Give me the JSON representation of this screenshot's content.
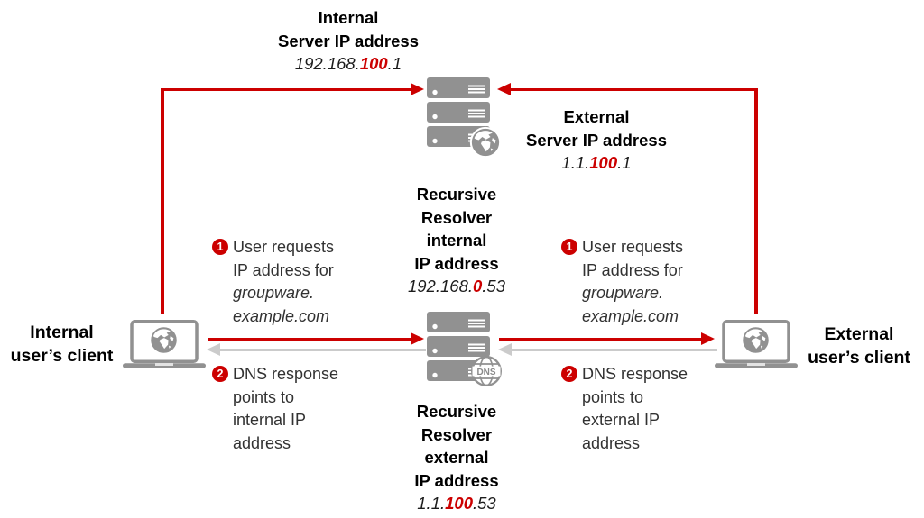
{
  "diagram": {
    "title_context": "Split-horizon DNS resolution diagram",
    "colors": {
      "accent_red": "#cc0000",
      "icon_gray": "#919191",
      "response_arrow_gray": "#cbcbcb",
      "heading_text": "#000000",
      "step_text": "#323232"
    },
    "internal_server": {
      "title1": "Internal",
      "title2": "Server IP address",
      "ip": {
        "pre": "192.168.",
        "hl": "100",
        "post": ".1"
      }
    },
    "external_server": {
      "title1": "External",
      "title2": "Server IP address",
      "ip": {
        "pre": "1.1.",
        "hl": "100",
        "post": ".1"
      }
    },
    "resolver_internal": {
      "l1": "Recursive",
      "l2": "Resolver",
      "l3": "internal",
      "l4": "IP address",
      "ip": {
        "pre": "192.168.",
        "hl": "0",
        "post": ".53"
      }
    },
    "resolver_external": {
      "l1": "Recursive",
      "l2": "Resolver",
      "l3": "external",
      "l4": "IP address",
      "ip": {
        "pre": "1.1.",
        "hl": "100",
        "post": ".53"
      }
    },
    "internal_client": {
      "l1": "Internal",
      "l2": "user’s client"
    },
    "external_client": {
      "l1": "External",
      "l2": "user’s client"
    },
    "steps": {
      "request_left": {
        "num": "1",
        "l1": "User requests",
        "l2": "IP address for",
        "l3": "groupware.",
        "l4": "example.com"
      },
      "response_left": {
        "num": "2",
        "l1": "DNS response",
        "l2": "points to",
        "l3": "internal IP",
        "l4": "address"
      },
      "request_right": {
        "num": "1",
        "l1": "User requests",
        "l2": "IP address for",
        "l3": "groupware.",
        "l4": "example.com"
      },
      "response_right": {
        "num": "2",
        "l1": "DNS response",
        "l2": "points to",
        "l3": "external IP",
        "l4": "address"
      }
    },
    "icons": {
      "dns_label": "DNS"
    }
  }
}
